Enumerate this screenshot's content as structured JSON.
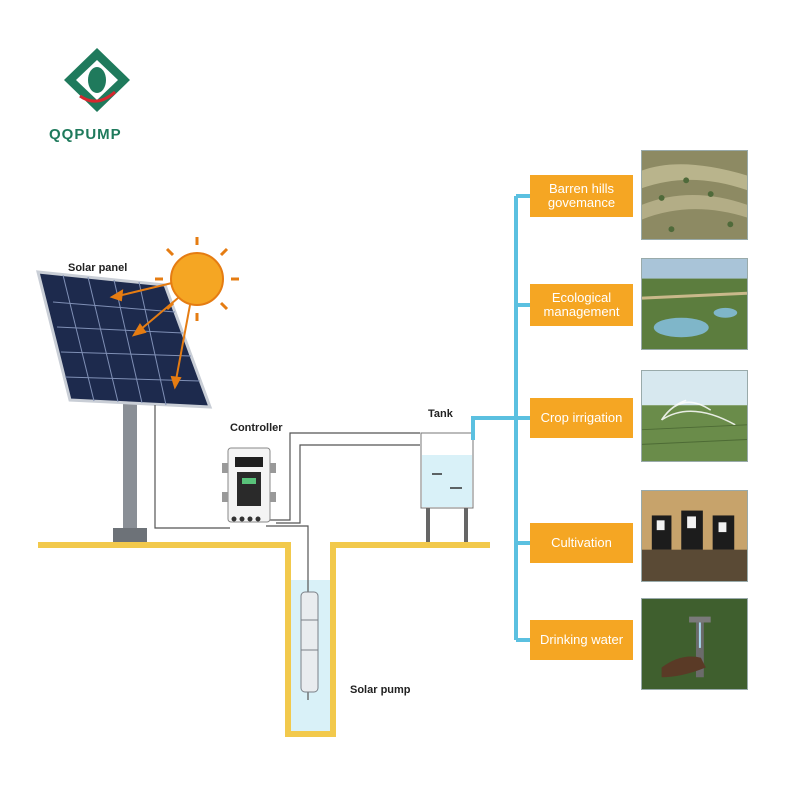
{
  "brand": {
    "logo_text": "QQPUMP",
    "accent": "#1f7a5c",
    "accent_red": "#d7262e"
  },
  "labels": {
    "solar_panel": "Solar panel",
    "controller": "Controller",
    "tank": "Tank",
    "solar_pump": "Solar pump"
  },
  "applications": [
    {
      "label": "Barren hills govemance",
      "photo": "barren-hills-photo"
    },
    {
      "label": "Ecological management",
      "photo": "ecological-photo"
    },
    {
      "label": "Crop irrigation",
      "photo": "irrigation-photo"
    },
    {
      "label": "Cultivation",
      "photo": "cattle-photo"
    },
    {
      "label": "Drinking water",
      "photo": "drinking-water-photo"
    }
  ],
  "colors": {
    "ground": "#f2c94c",
    "pipe": "#5bc0e0",
    "box": "#f5a623",
    "sun": "#f5a623"
  }
}
